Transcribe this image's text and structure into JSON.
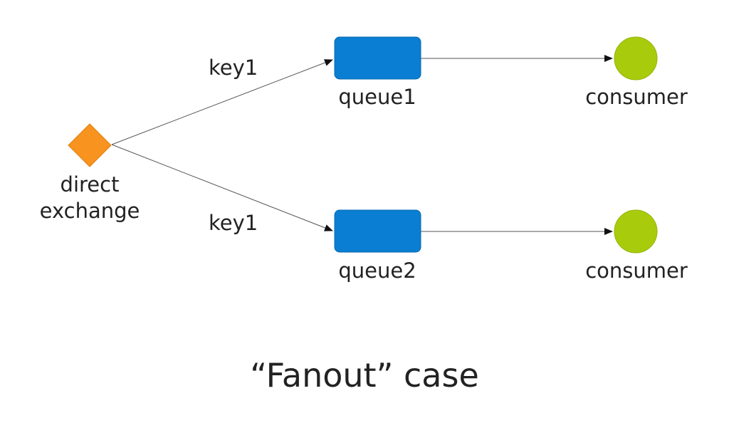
{
  "diagram": {
    "title": "“Fanout” case",
    "exchange": {
      "label_line1": "direct",
      "label_line2": "exchange",
      "color": "#F7931E"
    },
    "queues": [
      {
        "label": "queue1",
        "binding_key": "key1",
        "color": "#0A7ED2"
      },
      {
        "label": "queue2",
        "binding_key": "key1",
        "color": "#0A7ED2"
      }
    ],
    "consumers": [
      {
        "label": "consumer",
        "color": "#A8CC0C"
      },
      {
        "label": "consumer",
        "color": "#A8CC0C"
      }
    ],
    "edges": [
      {
        "from": "direct exchange",
        "to": "queue1",
        "label": "key1"
      },
      {
        "from": "direct exchange",
        "to": "queue2",
        "label": "key1"
      },
      {
        "from": "queue1",
        "to": "consumer"
      },
      {
        "from": "queue2",
        "to": "consumer"
      }
    ]
  }
}
